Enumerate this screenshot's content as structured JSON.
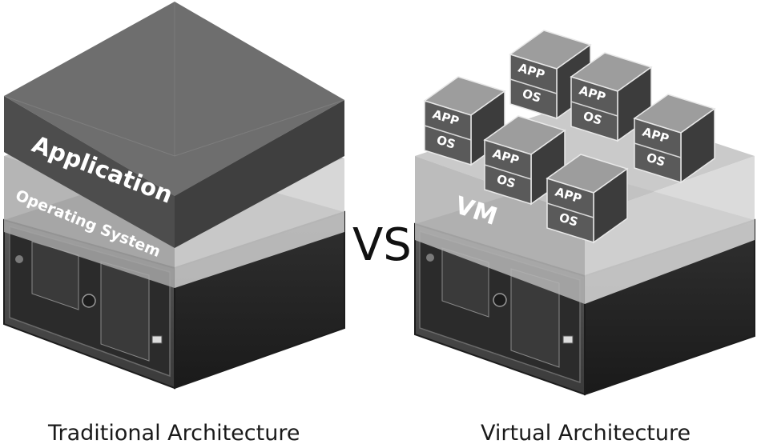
{
  "left": {
    "layer_app": "Application",
    "layer_os": "Operating System",
    "caption": "Traditional Architecture"
  },
  "vs_label": "VS",
  "right": {
    "layer_vm": "VM",
    "box_app_label": "APP",
    "box_os_label": "OS",
    "caption": "Virtual Architecture"
  },
  "colors": {
    "server_top": "#9a9a9a",
    "server_left": "#4a4a4a",
    "server_right": "#262626",
    "translucent_layer": "#cfcfcf",
    "dark_layer": "#4f4f4f"
  }
}
